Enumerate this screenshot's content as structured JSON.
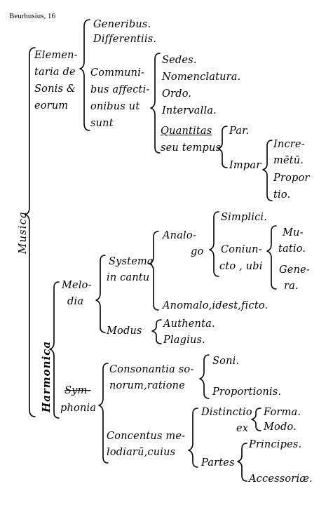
{
  "caption": "Beurhusius, 16",
  "nodes": {
    "musica": "Musica",
    "elementaria_lines": [
      "Elemen-",
      "taria de",
      "Sonis &",
      "eorum"
    ],
    "generibus": "Generibus.",
    "differentiis": "Differentiis.",
    "communibus_lines": [
      "Communi-",
      "bus affecti-",
      "onibus ut",
      "sunt"
    ],
    "sedes": "Sedes.",
    "nomenclatura": "Nomenclatura.",
    "ordo": "Ordo.",
    "intervalla": "Intervalla.",
    "quantitas_lines": [
      "Quantitas",
      "seu tempus"
    ],
    "par": "Par.",
    "impar": "Impar",
    "incrementum_lines": [
      "Incre-",
      "mētū."
    ],
    "proportio_lines": [
      "Propor",
      "tio."
    ],
    "harmonica": "Harmonica",
    "melodia_lines": [
      "Melo-",
      "dia"
    ],
    "systema_lines": [
      "Systema",
      "in cantu"
    ],
    "analogo_lines": [
      "Analo-",
      "go"
    ],
    "simplici": "Simplici.",
    "coniuncto_lines": [
      "Coniun-",
      "cto , ubi"
    ],
    "mutatio_lines": [
      "Mu-",
      "tatio."
    ],
    "genera_lines": [
      "Gene-",
      "ra."
    ],
    "anomalo": "Anomalo,idest,ficto.",
    "modus": "Modus",
    "authenta": "Authenta.",
    "plagius": "Plagius.",
    "symphonia_lines": [
      "Sym-",
      "phonia"
    ],
    "consonantia_lines": [
      "Consonantia so-",
      "norum,ratione"
    ],
    "soni": "Soni.",
    "proportionis": "Proportionis.",
    "concentus_lines": [
      "Concentus me-",
      "lodiarū,cuius"
    ],
    "distinctio_lines": [
      "Distinctio",
      "ex"
    ],
    "forma": "Forma.",
    "modo": "Modo.",
    "partes": "Partes",
    "principes": "Principes.",
    "accessoriae": "Accessoriæ."
  }
}
